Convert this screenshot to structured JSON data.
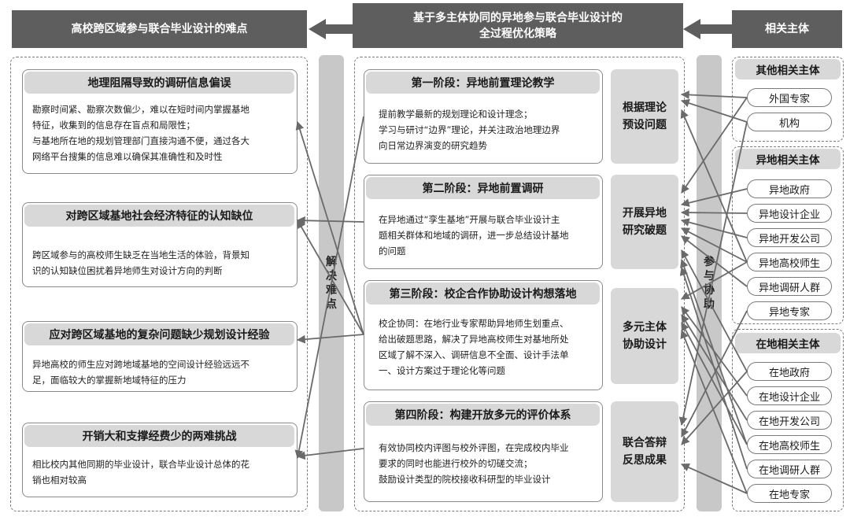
{
  "header": {
    "left": "高校跨区域参与联合毕业设计的难点",
    "middle_line1": "基于多主体协同的异地参与联合毕业设计的",
    "middle_line2": "全过程优化策略",
    "right": "相关主体"
  },
  "difficulties": [
    {
      "title": "地理阻隔导致的调研信息偏误",
      "lines": [
        "勘察时间紧、勘察次数偏少，难以在短时间内掌握基地",
        "特征，收集到的信息存在盲点和局限性；",
        "与基地所在地的规划管理部门直接沟通不便，通过各大",
        "网络平台搜集的信息难以确保其准确性和及时性"
      ]
    },
    {
      "title": "对跨区域基地社会经济特征的认知缺位",
      "lines": [
        "跨区域参与的高校师生缺乏在当地生活的体验，背景知",
        "识的认知缺位困扰着异地师生对设计方向的判断"
      ]
    },
    {
      "title": "应对跨区域基地的复杂问题缺少规划设计经验",
      "lines": [
        "异地高校的师生应对跨地域基地的空间设计经验远远不",
        "足，面临较大的掌握新地域特征的压力"
      ]
    },
    {
      "title": "开销大和支撑经费少的两难挑战",
      "lines": [
        "相比校内其他同期的毕业设计，联合毕业设计总体的花",
        "销也相对较高"
      ]
    }
  ],
  "bar_left": [
    "解",
    "决",
    "难",
    "点"
  ],
  "stages": [
    {
      "title": "第一阶段：异地前置理论教学",
      "lines": [
        "提前教学最新的规划理论和设计理念；",
        "学习与研讨“边界”理论，并关注政治地理边界",
        "向日常边界演变的研究趋势"
      ],
      "result": [
        "根据理论",
        "预设问题"
      ]
    },
    {
      "title": "第二阶段：异地前置调研",
      "lines": [
        "在异地通过“孪生基地”开展与联合毕业设计主",
        "题相关群体和地域的调研，进一步总结设计基地",
        "的问题"
      ],
      "result": [
        "开展异地",
        "研究破题"
      ]
    },
    {
      "title": "第三阶段：校企合作协助设计构想落地",
      "lines": [
        "校企协同：在地行业专家帮助异地师生划重点、",
        "给出破题思路，解决了异地高校师生对基地所处",
        "区域了解不深入、调研信息不全面、设计手法单",
        "一、设计方案过于理论化等问题"
      ],
      "result": [
        "多元主体",
        "协助设计"
      ]
    },
    {
      "title": "第四阶段：构建开放多元的评价体系",
      "lines": [
        "有效协同校内评图与校外评图，在完成校内毕业",
        "要求的同时也能进行校外的切磋交流；",
        "鼓励设计类型的院校接收科研型的毕业设计"
      ],
      "result": [
        "联合答辩",
        "反思成果"
      ]
    }
  ],
  "bar_right": [
    "参",
    "与",
    "协",
    "助"
  ],
  "groups": [
    {
      "title": "其他相关主体",
      "items": [
        "外国专家",
        "机构"
      ]
    },
    {
      "title": "异地相关主体",
      "items": [
        "异地政府",
        "异地设计企业",
        "异地开发公司",
        "异地高校师生",
        "异地调研人群",
        "异地专家"
      ]
    },
    {
      "title": "在地相关主体",
      "items": [
        "在地政府",
        "在地设计企业",
        "在地开发公司",
        "在地高校师生",
        "在地调研人群",
        "在地专家"
      ]
    }
  ]
}
